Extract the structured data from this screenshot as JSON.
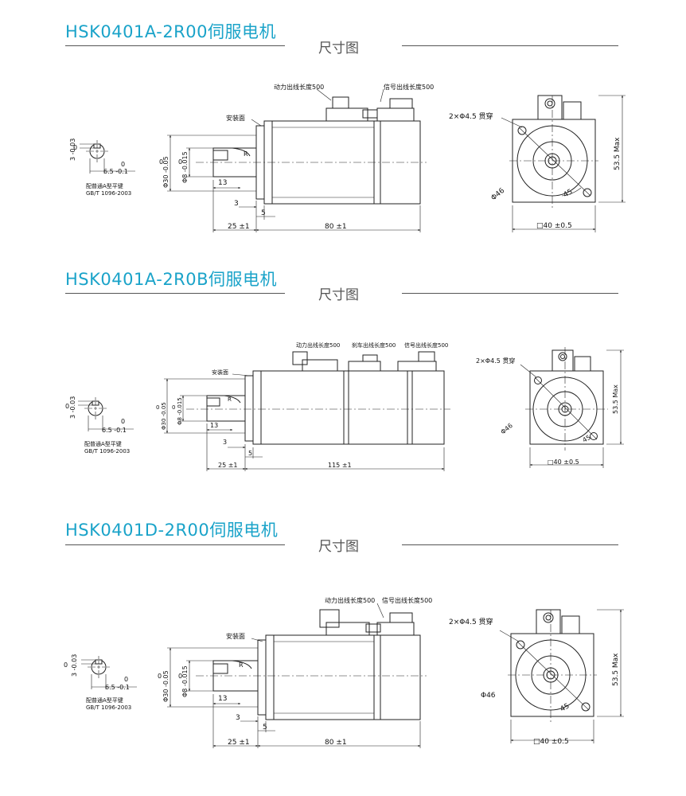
{
  "sections": [
    {
      "title": "HSK0401A-2R00伺服电机",
      "subtitle": "尺寸图",
      "labels": {
        "power_cable": "动力出线长度500",
        "signal_cable": "信号出线长度500",
        "mount_face": "安装面",
        "holes": "2×Φ4.5 贯穿",
        "height_max": "53.5 Max",
        "pcd": "Φ46",
        "angle": "45",
        "square": "□40 ±0.5",
        "dia30": "Φ30 -0.05",
        "dia8": "Φ8 -0.015",
        "zero": "0",
        "r_mark": "R",
        "len13": "13",
        "len3": "3",
        "len5": "5",
        "shaft_len": "25 ±1",
        "body_len": "80 ±1",
        "key_depth": "3 -0.03",
        "key_width": "6.5 -0.1",
        "key_note": "配普通A型平键",
        "key_std": "GB/T 1096-2003"
      }
    },
    {
      "title": "HSK0401A-2R0B伺服电机",
      "subtitle": "尺寸图",
      "labels": {
        "power_cable": "动力出线长度500",
        "brake_cable": "刹车出线长度500",
        "signal_cable": "信号出线长度500",
        "mount_face": "安装面",
        "holes": "2×Φ4.5 贯穿",
        "height_max": "53.5 Max",
        "pcd": "Φ46",
        "angle": "45",
        "square": "□40 ±0.5",
        "dia30": "Φ30 -0.05",
        "dia8": "Φ8 -0.015",
        "zero": "0",
        "r_mark": "R",
        "len13": "13",
        "len3": "3",
        "len5": "5",
        "shaft_len": "25 ±1",
        "body_len": "115 ±1",
        "key_depth": "3 -0.03",
        "key_width": "6.5 -0.1",
        "key_note": "配普通A型平键",
        "key_std": "GB/T 1096-2003"
      }
    },
    {
      "title": "HSK0401D-2R00伺服电机",
      "subtitle": "尺寸图",
      "labels": {
        "power_cable": "动力出线长度500",
        "signal_cable": "信号出线长度500",
        "mount_face": "安装面",
        "holes": "2×Φ4.5 贯穿",
        "height_max": "53.5 Max",
        "pcd": "Φ46",
        "angle": "45",
        "square": "□40 ±0.5",
        "dia30": "Φ30 -0.05",
        "dia8": "Φ8 -0.015",
        "zero": "0",
        "r_mark": "R",
        "len13": "13",
        "len3": "3",
        "len5": "5",
        "shaft_len": "25 ±1",
        "body_len": "80 ±1",
        "key_depth": "3 -0.03",
        "key_width": "6.5 -0.1",
        "key_note": "配普通A型平键",
        "key_std": "GB/T 1096-2003"
      }
    }
  ]
}
